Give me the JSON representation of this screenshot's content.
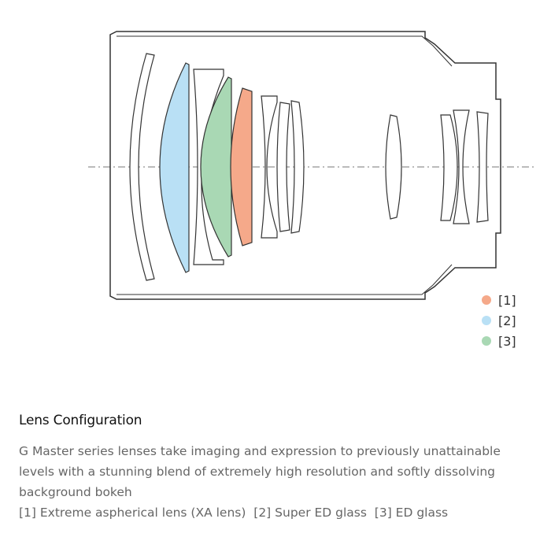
{
  "diagram": {
    "colors": {
      "xa_lens": "#f5a98a",
      "super_ed_glass": "#b9e0f5",
      "ed_glass": "#a9d8b4",
      "outline": "#333333",
      "axis": "#777777"
    }
  },
  "legend": {
    "items": [
      {
        "label": "[1]",
        "color": "#f5a98a"
      },
      {
        "label": "[2]",
        "color": "#b9e0f5"
      },
      {
        "label": "[3]",
        "color": "#a9d8b4"
      }
    ]
  },
  "caption": {
    "title": "Lens Configuration",
    "body": "G Master series lenses take imaging and expression to previously unattainable levels with a stunning blend of extremely high resolution and softly dissolving background bokeh",
    "legend_text": "[1] Extreme aspherical lens (XA lens)  [2] Super ED glass  [3] ED glass"
  }
}
